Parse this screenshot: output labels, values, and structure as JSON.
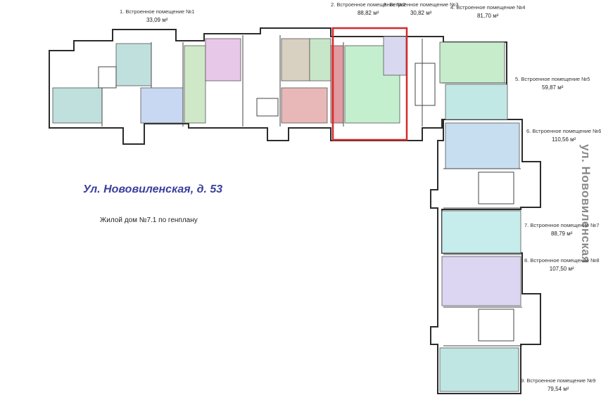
{
  "street_label": "Ул. Нововиленская, д. 53",
  "building_label": "Жилой дом №7.1 по генплану",
  "side_street_label": "ул. Нововиленская",
  "rooms": [
    {
      "name": "1. Встроенное помещение №1",
      "area": "33,09 м²",
      "color": "#bfe0dc"
    },
    {
      "name": "2. Встроенное помещение №2",
      "area": "88,82 м²",
      "color": "#c4efcf"
    },
    {
      "name": "3. Встроенное помещение №3",
      "area": "30,82 м²",
      "color": "#d8d8f0"
    },
    {
      "name": "4. Встроенное помещение №4",
      "area": "81,70 м²",
      "color": "#c7eccb"
    },
    {
      "name": "5. Встроенное помещение №5",
      "area": "59,87 м²",
      "color": "#c2e8e6"
    },
    {
      "name": "6. Встроенное помещение №6",
      "area": "110,56 м²",
      "color": "#c6def0"
    },
    {
      "name": "7. Встроенное помещение №7",
      "area": "88,79 м²",
      "color": "#c7ecec"
    },
    {
      "name": "8. Встроенное помещение №8",
      "area": "107,50 м²",
      "color": "#ddd6f2"
    },
    {
      "name": "9. Встроенное помещение №9",
      "area": "79,54 м²",
      "color": "#bfe6e2"
    }
  ],
  "highlight_color": "#d42a2a"
}
